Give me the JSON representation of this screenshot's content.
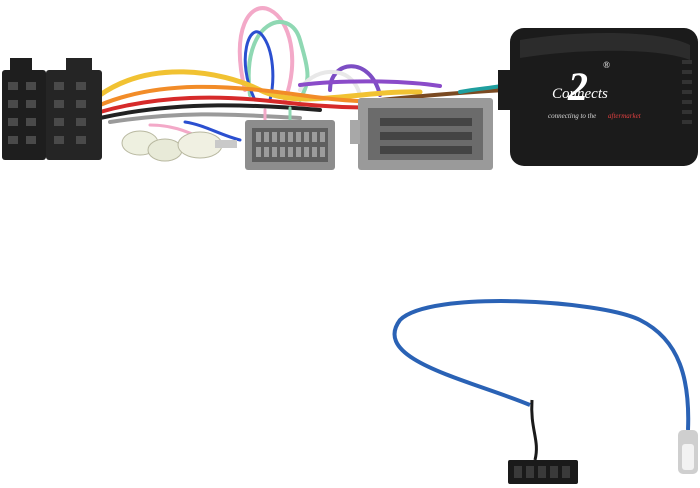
{
  "logo": {
    "wordmark": "Connects",
    "numeral": "2",
    "registered": "®",
    "tagline_prefix": "connecting to the",
    "tagline_accent": "aftermarket"
  },
  "colors": {
    "background": "#ffffff",
    "module_body": "#1b1b1b",
    "iso_connector": "#1e1e1e",
    "grey_connector": "#8d8d8d",
    "antenna_cable": "#2a62b5"
  }
}
